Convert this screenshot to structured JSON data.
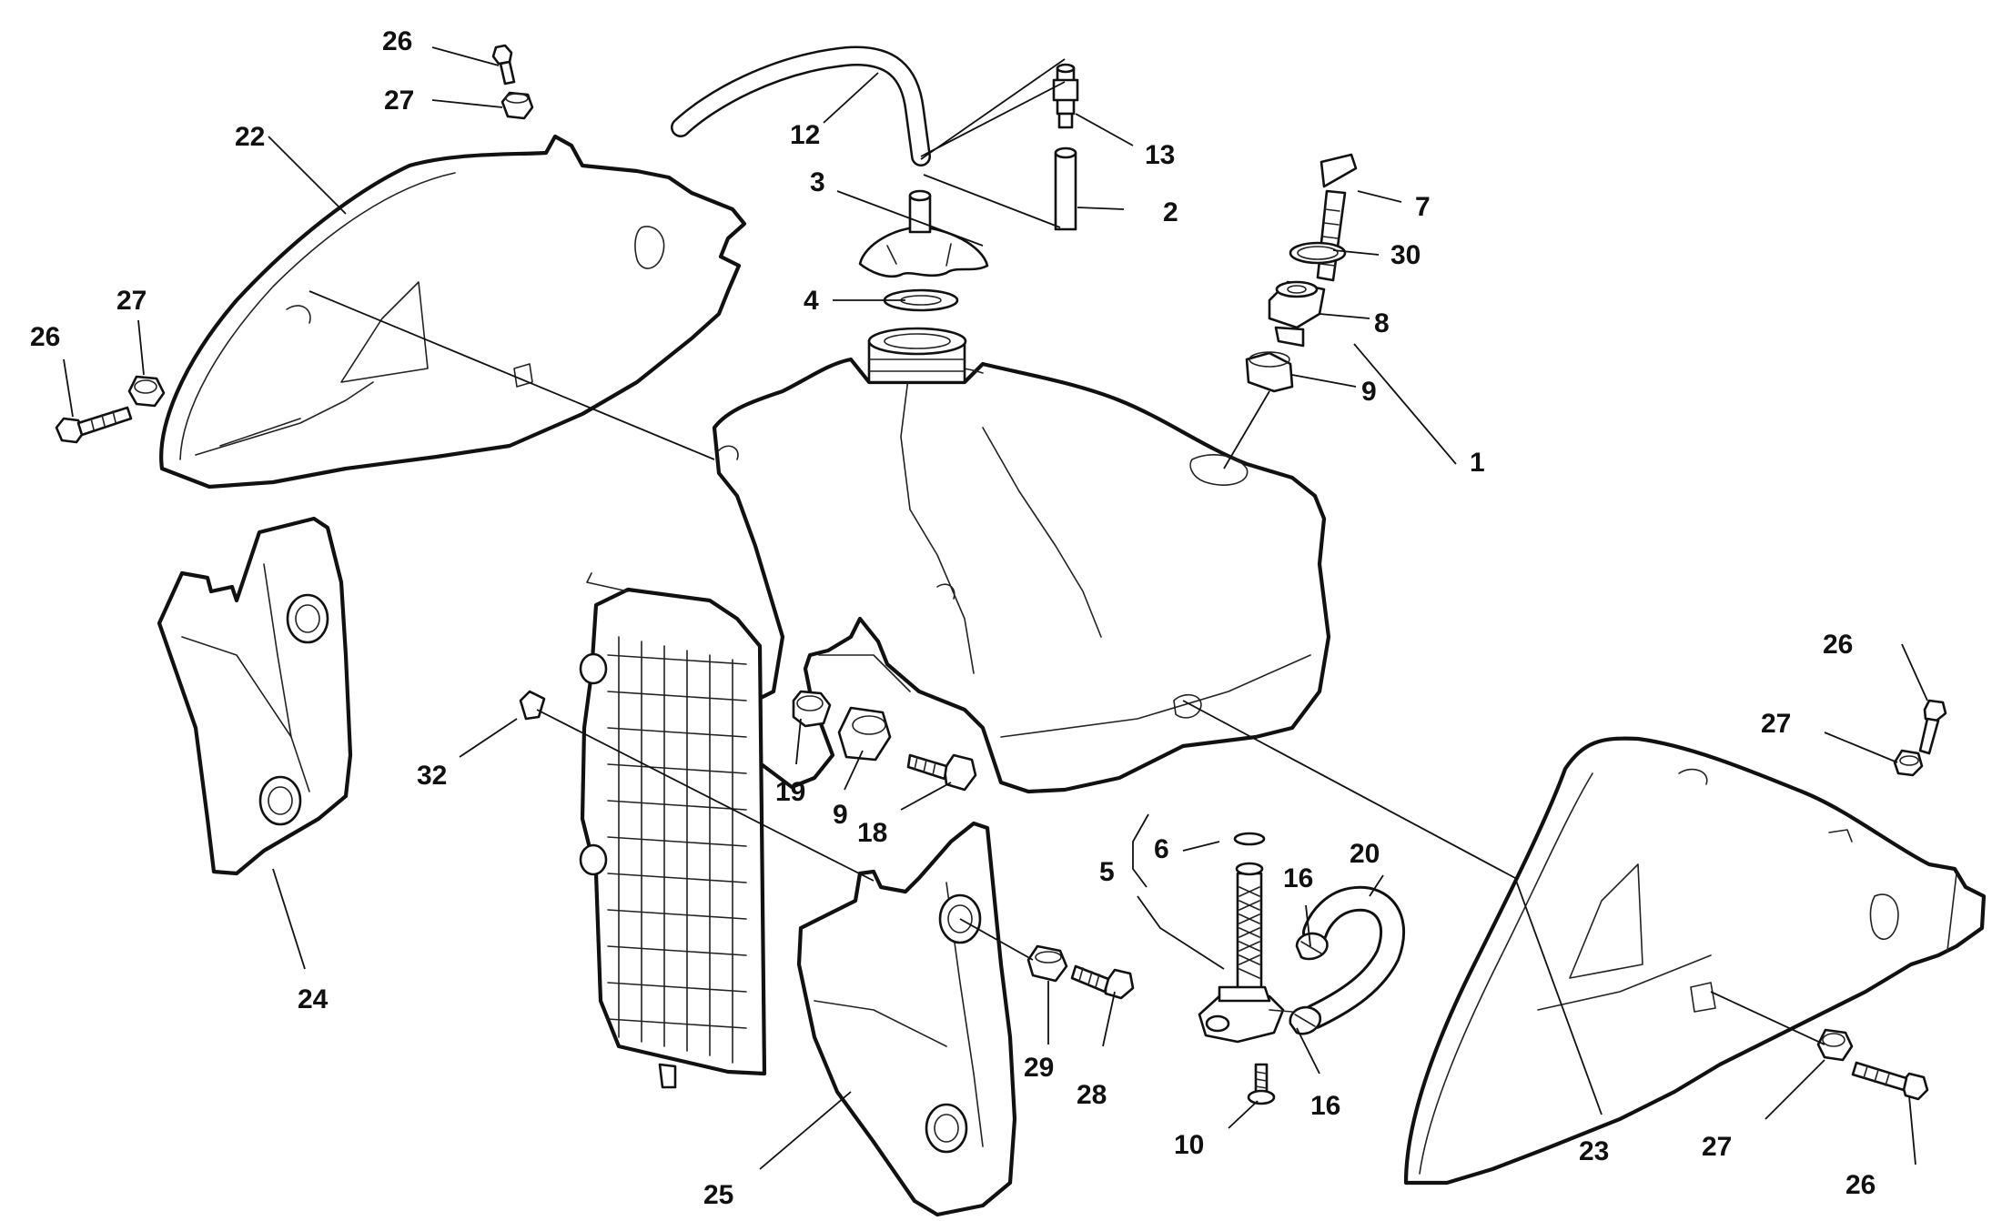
{
  "figure": {
    "type": "exploded-parts-diagram",
    "line_color": "#111111",
    "background_color": "#ffffff"
  },
  "callouts": [
    {
      "id": "c1",
      "label": "1"
    },
    {
      "id": "c2",
      "label": "2"
    },
    {
      "id": "c3",
      "label": "3"
    },
    {
      "id": "c4",
      "label": "4"
    },
    {
      "id": "c5",
      "label": "5"
    },
    {
      "id": "c6",
      "label": "6"
    },
    {
      "id": "c7",
      "label": "7"
    },
    {
      "id": "c8",
      "label": "8"
    },
    {
      "id": "c9a",
      "label": "9"
    },
    {
      "id": "c9b",
      "label": "9"
    },
    {
      "id": "c10",
      "label": "10"
    },
    {
      "id": "c12",
      "label": "12"
    },
    {
      "id": "c13",
      "label": "13"
    },
    {
      "id": "c16a",
      "label": "16"
    },
    {
      "id": "c16b",
      "label": "16"
    },
    {
      "id": "c18",
      "label": "18"
    },
    {
      "id": "c19",
      "label": "19"
    },
    {
      "id": "c20",
      "label": "20"
    },
    {
      "id": "c22",
      "label": "22"
    },
    {
      "id": "c23",
      "label": "23"
    },
    {
      "id": "c24",
      "label": "24"
    },
    {
      "id": "c25",
      "label": "25"
    },
    {
      "id": "c26a",
      "label": "26"
    },
    {
      "id": "c26b",
      "label": "26"
    },
    {
      "id": "c26c",
      "label": "26"
    },
    {
      "id": "c26d",
      "label": "26"
    },
    {
      "id": "c27a",
      "label": "27"
    },
    {
      "id": "c27b",
      "label": "27"
    },
    {
      "id": "c27c",
      "label": "27"
    },
    {
      "id": "c27d",
      "label": "27"
    },
    {
      "id": "c28",
      "label": "28"
    },
    {
      "id": "c29",
      "label": "29"
    },
    {
      "id": "c30",
      "label": "30"
    },
    {
      "id": "c32",
      "label": "32"
    }
  ]
}
